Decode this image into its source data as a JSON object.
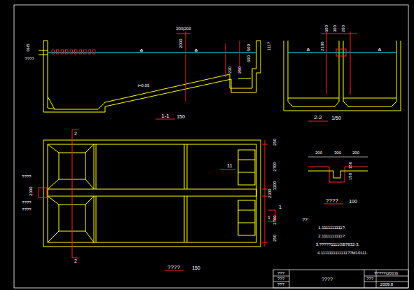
{
  "diagram": {
    "labels": [
      "1-1",
      "150",
      "2-2",
      "1/50",
      "????",
      "150",
      "????",
      "100",
      "??:",
      "1.1111111111?.",
      "2.1111111111?.",
      "3.?????1111GB7832-3.",
      "4.1111111111111??M10111.",
      "????",
      "???",
      "???",
      "???",
      "?????(2013)",
      "???",
      "2009.8",
      "200|200",
      "2000",
      "0H5",
      "????",
      "i=0.05",
      "500",
      "600",
      "1117",
      "230",
      "250",
      "300",
      "300",
      "200",
      "2100",
      "250",
      "2700",
      "1100",
      "2300",
      "2700",
      "250",
      "????",
      "2000",
      "????",
      "????",
      "11",
      "200",
      "300",
      "200",
      "150",
      "150",
      "1",
      "1",
      "2",
      "2"
    ]
  }
}
